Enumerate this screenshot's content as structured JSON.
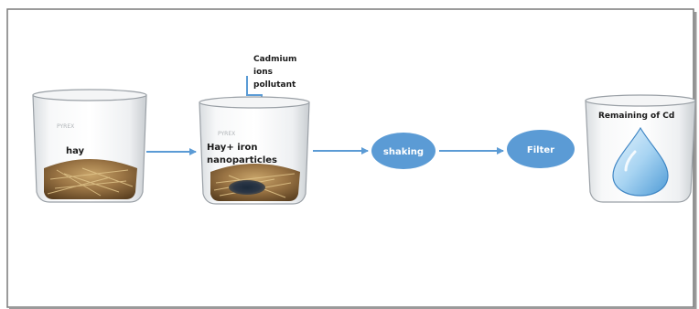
{
  "beakers": [
    {
      "label": "hay",
      "content": "hay"
    },
    {
      "label": "Hay+ iron nanoparticles",
      "label_lines": [
        "Hay+ iron",
        "nanoparticles"
      ],
      "content": "hay-iron"
    },
    {
      "label": "Remaining of Cd",
      "content": "water-drop"
    }
  ],
  "pollutant": {
    "label_lines": [
      "Cadmium",
      "ions",
      "pollutant"
    ]
  },
  "process_nodes": [
    {
      "label": "shaking"
    },
    {
      "label": "Filter"
    }
  ],
  "colors": {
    "arrow": "#5b9bd5",
    "node_fill": "#5b9bd5",
    "frame_border": "#7a7a7a",
    "drop": "#8fc4ea"
  }
}
